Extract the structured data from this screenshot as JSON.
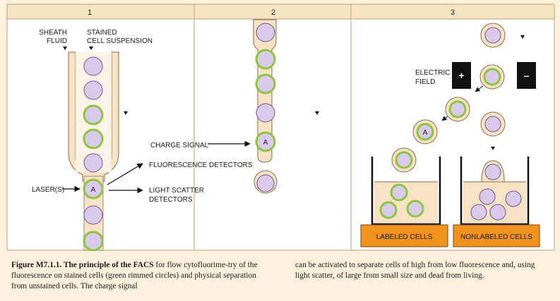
{
  "panels": {
    "p1": "1",
    "p2": "2",
    "p3": "3"
  },
  "labels": {
    "sheath_fluid_1": "SHEATH",
    "sheath_fluid_2": "FLUID",
    "stained_1": "STAINED",
    "stained_2": "CELL SUSPENSION",
    "charge_signal": "CHARGE SIGNAL",
    "fluorescence_detectors": "FLUORESCENCE DETECTORS",
    "lasers": "LASER(S)",
    "light_scatter_1": "LIGHT SCATTER",
    "light_scatter_2": "DETECTORS",
    "electric_1": "ELECTRIC",
    "electric_2": "FIELD",
    "plus": "+",
    "minus": "–",
    "cell_a": "A",
    "labeled_cells": "LABELED CELLS",
    "nonlabeled_cells": "NONLABELED CELLS"
  },
  "caption": {
    "title": "Figure M7.1.1.  The principle of the FACS",
    "left_rest": " for flow cytofluorime-try of the fluorescence on stained cells (green rimmed circles) and physical separation from unstained cells. The charge signal",
    "right": "can be activated to separate cells of high from low fluorescence and, using light scatter, of large from small size and dead from living."
  },
  "colors": {
    "page": "#fdf1de",
    "panel_bg": "#ffffff",
    "header_bg": "#f6e3c2",
    "tube_fill": "#f7e2c5",
    "cell_fill": "#d9c9ea",
    "labeled_rim": "#8cc63f",
    "plate": "#f0921e",
    "electrode": "#111111"
  }
}
